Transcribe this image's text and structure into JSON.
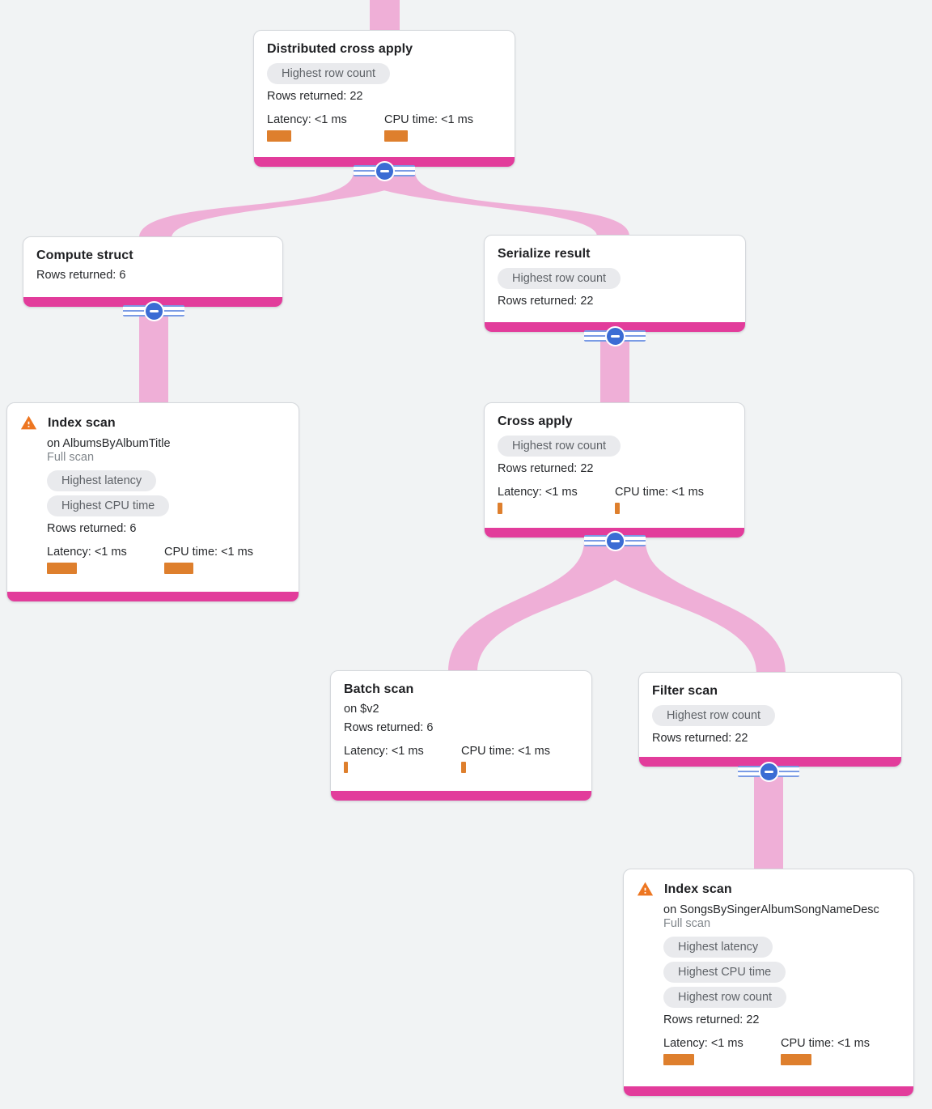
{
  "colors": {
    "background": "#F1F3F4",
    "card-bg": "#FFFFFF",
    "card-border": "#D5D8DC",
    "node-accent": "#E23C9B",
    "link-pink": "#EFAFD7",
    "collapse-blue": "#3B6CD4",
    "stripe-blue": "#7A9BE5",
    "badge-bg": "#E9EAED",
    "badge-text": "#5F6368",
    "bar-orange": "#DE7F2D",
    "warning-orange": "#ED7621",
    "title-text": "#202124",
    "body-text": "#27292C",
    "muted-text": "#80868B"
  },
  "collapse_button": {
    "icon": "minus-icon"
  },
  "warning_icon": "warning-triangle-icon",
  "nodes": [
    {
      "id": "distributed-cross-apply",
      "title": "Distributed cross apply",
      "badges": [
        "Highest row count"
      ],
      "rows": "Rows returned: 22",
      "latency": "Latency: <1 ms",
      "cpu": "CPU time: <1 ms",
      "latency_bar": 30,
      "cpu_bar": 29
    },
    {
      "id": "compute-struct",
      "title": "Compute struct",
      "rows": "Rows returned: 6"
    },
    {
      "id": "serialize-result",
      "title": "Serialize result",
      "badges": [
        "Highest row count"
      ],
      "rows": "Rows returned: 22"
    },
    {
      "id": "index-scan-albums",
      "title": "Index scan",
      "subtitle": "on AlbumsByAlbumTitle",
      "scan": "Full scan",
      "badges": [
        "Highest latency",
        "Highest CPU time"
      ],
      "rows": "Rows returned: 6",
      "latency": "Latency: <1 ms",
      "cpu": "CPU time: <1 ms",
      "latency_bar": 37,
      "cpu_bar": 36
    },
    {
      "id": "cross-apply",
      "title": "Cross apply",
      "badges": [
        "Highest row count"
      ],
      "rows": "Rows returned: 22",
      "latency": "Latency: <1 ms",
      "cpu": "CPU time: <1 ms",
      "latency_bar": 6,
      "cpu_bar": 6
    },
    {
      "id": "batch-scan",
      "title": "Batch scan",
      "subtitle": "on $v2",
      "rows": "Rows returned: 6",
      "latency": "Latency: <1 ms",
      "cpu": "CPU time: <1 ms",
      "latency_bar": 5,
      "cpu_bar": 6
    },
    {
      "id": "filter-scan",
      "title": "Filter scan",
      "badges": [
        "Highest row count"
      ],
      "rows": "Rows returned: 22"
    },
    {
      "id": "index-scan-songs",
      "title": "Index scan",
      "subtitle": "on SongsBySingerAlbumSongNameDesc",
      "scan": "Full scan",
      "badges": [
        "Highest latency",
        "Highest CPU time",
        "Highest row count"
      ],
      "rows": "Rows returned: 22",
      "latency": "Latency: <1 ms",
      "cpu": "CPU time: <1 ms",
      "latency_bar": 38,
      "cpu_bar": 38
    }
  ]
}
